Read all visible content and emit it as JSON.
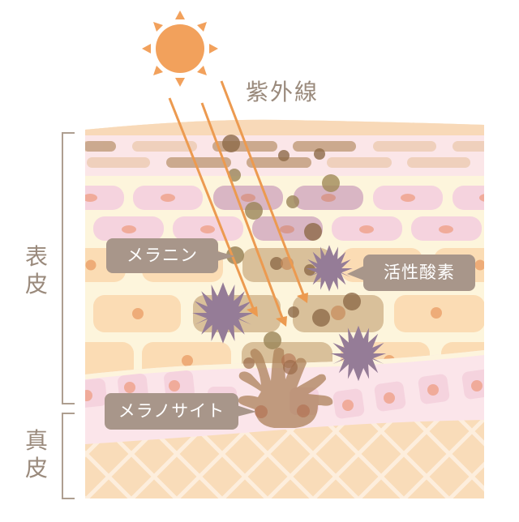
{
  "title": "紫外線",
  "labels": {
    "epidermis": "表皮",
    "dermis": "真皮",
    "melanin": "メラニン",
    "reactive_oxygen": "活性酸素",
    "melanocyte": "メラノサイト"
  },
  "colors": {
    "sun": "#f2a15c",
    "uv_ray": "#ec9a50",
    "label_bg": "#a8968a",
    "label_text": "#ffffff",
    "side_text": "#9a8a7c",
    "bracket": "#ae9e90",
    "stratum_corneum_top": "#f8d9b8",
    "stratum_corneum": "#fbe6e8",
    "granular_cell": "#efd0bc",
    "spinous_bg": "#fdf5dc",
    "spinous_cell": "#f5d3de",
    "spinous_nucleus": "#f0ab9a",
    "basal_cell": "#fbdcb4",
    "basal_nucleus": "#eeac78",
    "basal_layer": "#fbe5ea",
    "dermis": "#f9dcb9",
    "dermis_mesh": "#fdeedd",
    "melanin_shade": "#9b7040",
    "ros": "#957c97"
  }
}
